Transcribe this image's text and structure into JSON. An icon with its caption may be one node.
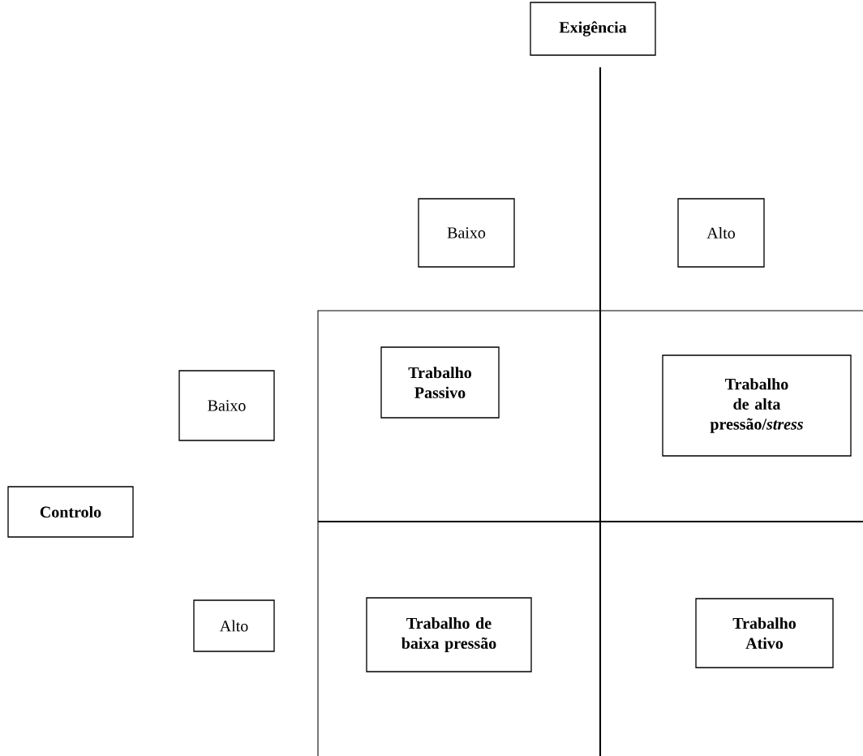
{
  "diagram": {
    "nodes": [
      {
        "text": [
          "Exigência"
        ]
      },
      {
        "text": [
          "Baixo"
        ]
      },
      {
        "text": [
          "Alto"
        ]
      },
      {
        "text": [
          "Baixo"
        ]
      },
      {
        "text": [
          "Controlo"
        ]
      },
      {
        "text": [
          "Alto"
        ]
      },
      {
        "text": [
          "Trabalho Passivo"
        ]
      },
      {
        "text": [
          "Trabalho de alta pressão/*stress*"
        ]
      },
      {
        "text": [
          "Trabalho de baixa pressão"
        ]
      },
      {
        "text": [
          "Trabalho Ativo"
        ]
      }
    ]
  }
}
